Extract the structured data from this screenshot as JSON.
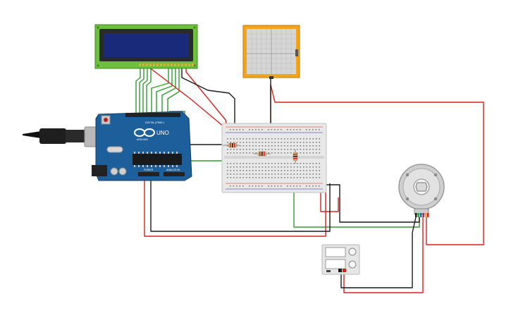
{
  "arduino": {
    "logo_text": "UNO",
    "header_label": "DIGITAL (PWM~)",
    "power_label": "POWER",
    "analog_label": "ANALOG IN",
    "brand_label": "ARDUINO"
  },
  "colors": {
    "board": "#1d5f9a",
    "lcd_frame": "#6fbf3f",
    "lcd_screen": "#1a2a7a",
    "sensor": "#f2a51a",
    "wire_red": "#d62020",
    "wire_black": "#1a1a1a",
    "wire_green": "#2e9e2e"
  }
}
